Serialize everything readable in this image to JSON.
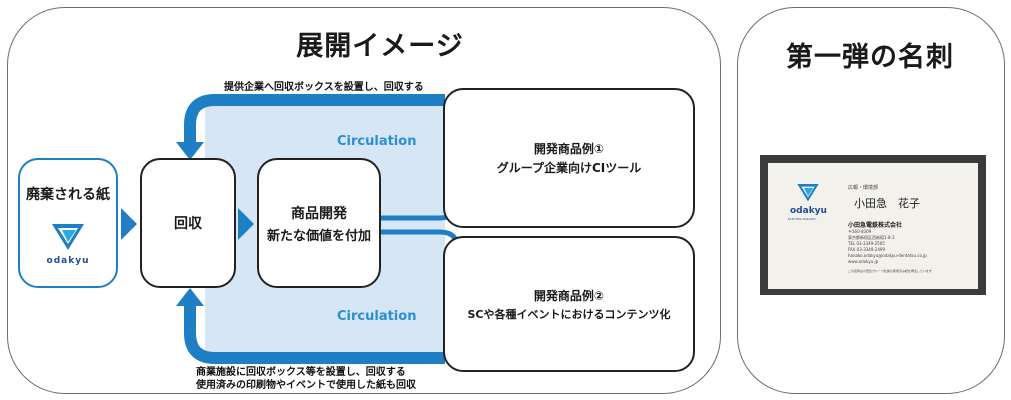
{
  "left_panel": {
    "title": "展開イメージ",
    "top_note": "提供企業へ回収ボックスを設置し、回収する",
    "bottom_note_line1": "商業施設に回収ボックス等を設置し、回収する",
    "bottom_note_line2": "使用済みの印刷物やイベントで使用した紙も回収",
    "circulation_top": "Circulation",
    "circulation_bottom": "Circulation",
    "box_waste": {
      "label": "廃棄される紙",
      "logo_text": "odakyu"
    },
    "box_collect": {
      "label": "回収"
    },
    "box_product": {
      "line1": "商品開発",
      "line2": "新たな価値を付加"
    },
    "box_example1": {
      "line1": "開発商品例①",
      "line2": "グループ企業向けCIツール"
    },
    "box_example2": {
      "line1": "開発商品例②",
      "line2": "SCや各種イベントにおけるコンテンツ化"
    }
  },
  "right_panel": {
    "title": "第一弾の名刺",
    "card": {
      "logo_text": "odakyu",
      "logo_sub": "ELECTRIC RAILWAY",
      "dept": "広報・環境部",
      "name": "小田急　花子",
      "company": "小田急電鉄株式会社",
      "postal": "〒160-8309",
      "address": "東京都新宿区西新宿1-8-3",
      "tel": "TEL 03-3349-2505",
      "fax": "FAX 03-3349-2499",
      "email": "hanako.odakyu@odakyu-dentetsu.co.jp",
      "url": "www.odakyu.jp",
      "footnote": "この名刺は小田急グループ社員の使用済み紙を再生しています"
    }
  },
  "colors": {
    "accent_blue": "#1e7fc4",
    "light_blue": "#d6e6f4",
    "circulation_text": "#2a8fd4"
  }
}
